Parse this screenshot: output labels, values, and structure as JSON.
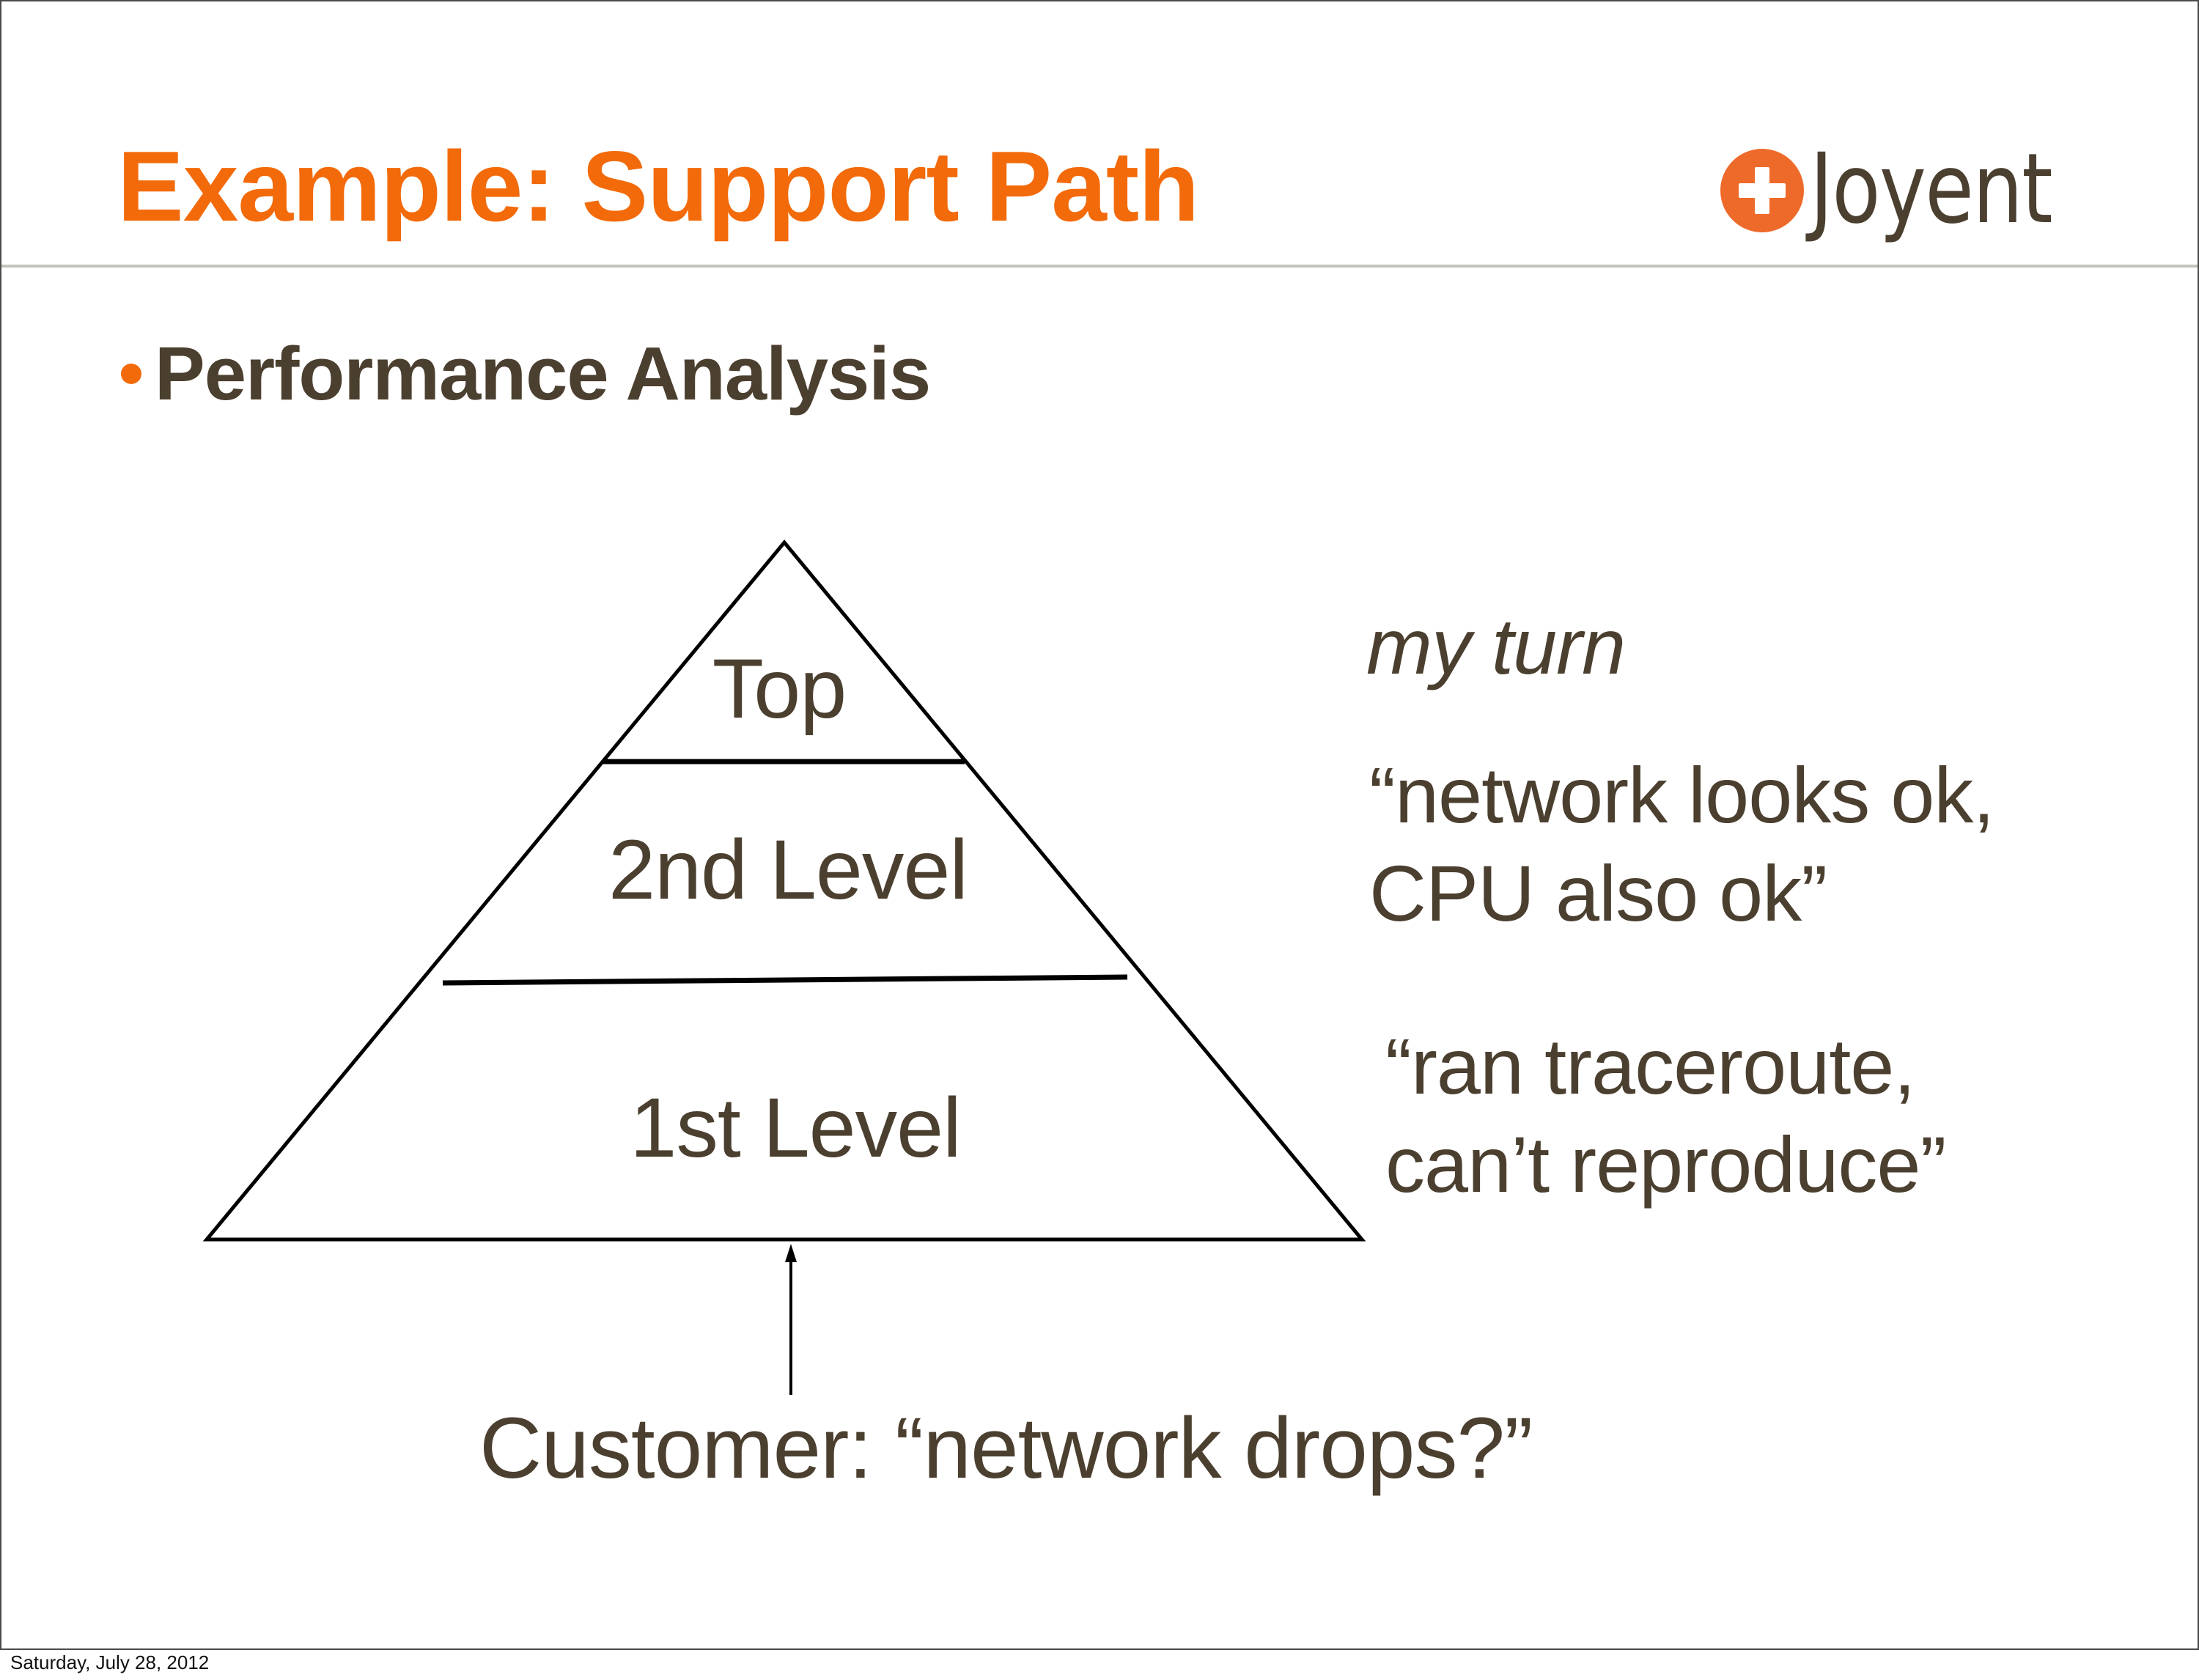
{
  "slide": {
    "title": "Example: Support Path",
    "logo": {
      "brand_name": "Joyent",
      "icon": "plus-circle-icon",
      "mark_color": "#ee6a2a"
    },
    "bullets": [
      {
        "text": "Performance Analysis"
      }
    ],
    "accent_color": "#f26a0a",
    "text_color": "#4b3f2f"
  },
  "diagram": {
    "type": "pyramid",
    "levels": [
      {
        "label": "Top"
      },
      {
        "label": "2nd Level"
      },
      {
        "label": "1st Level"
      }
    ],
    "annotations": {
      "top": "my turn",
      "second_level_line1": "“network looks ok,",
      "second_level_line2": "CPU also ok”",
      "first_level_line1": "“ran traceroute,",
      "first_level_line2": "can’t reproduce”"
    },
    "entry": {
      "label": "Customer: “network drops?”",
      "arrow": "arrow-up-icon"
    }
  },
  "footer": {
    "date": "Saturday, July 28, 2012"
  }
}
